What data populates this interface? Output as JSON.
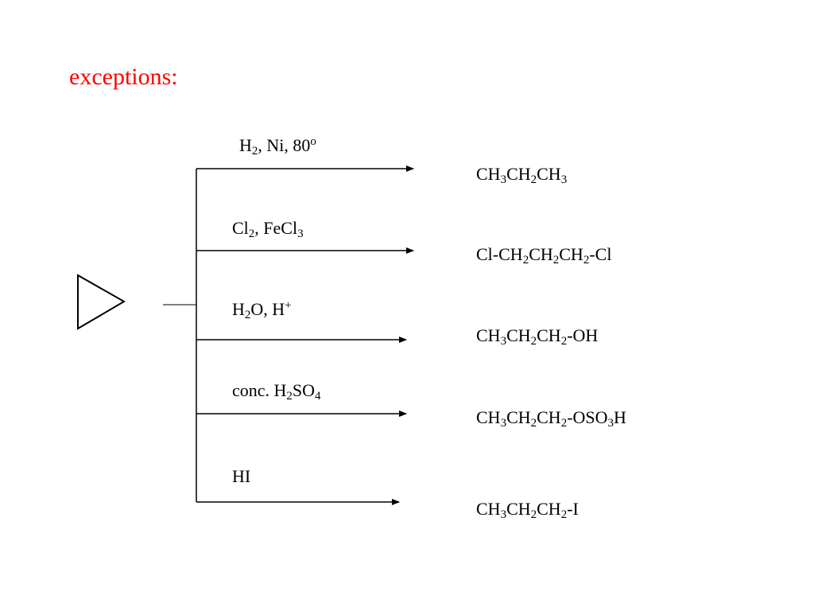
{
  "heading": {
    "text": "exceptions:",
    "color": "#ff0000"
  },
  "reactant": {
    "structure": "cyclopropane"
  },
  "reactions": [
    {
      "reagent": {
        "parts": [
          "H",
          "2",
          ", Ni, 80",
          "o"
        ]
      },
      "product": {
        "parts": [
          "CH",
          "3",
          "CH",
          "2",
          "CH",
          "3"
        ]
      }
    },
    {
      "reagent": {
        "parts": [
          "Cl",
          "2",
          ", FeCl",
          "3"
        ]
      },
      "product": {
        "parts": [
          "Cl-CH",
          "2",
          "CH",
          "2",
          "CH",
          "2",
          "-Cl"
        ]
      }
    },
    {
      "reagent": {
        "parts": [
          "H",
          "2",
          "O, H",
          "+"
        ]
      },
      "product": {
        "parts": [
          "CH",
          "3",
          "CH",
          "2",
          "CH",
          "2",
          "-OH"
        ]
      }
    },
    {
      "reagent": {
        "parts": [
          "conc. H",
          "2",
          "SO",
          "4"
        ]
      },
      "product": {
        "parts": [
          "CH",
          "3",
          "CH",
          "2",
          "CH",
          "2",
          "-OSO",
          "3",
          "H"
        ]
      }
    },
    {
      "reagent": {
        "parts": [
          "HI"
        ]
      },
      "product": {
        "parts": [
          "CH",
          "3",
          "CH",
          "2",
          "CH",
          "2",
          "-I"
        ]
      }
    }
  ]
}
